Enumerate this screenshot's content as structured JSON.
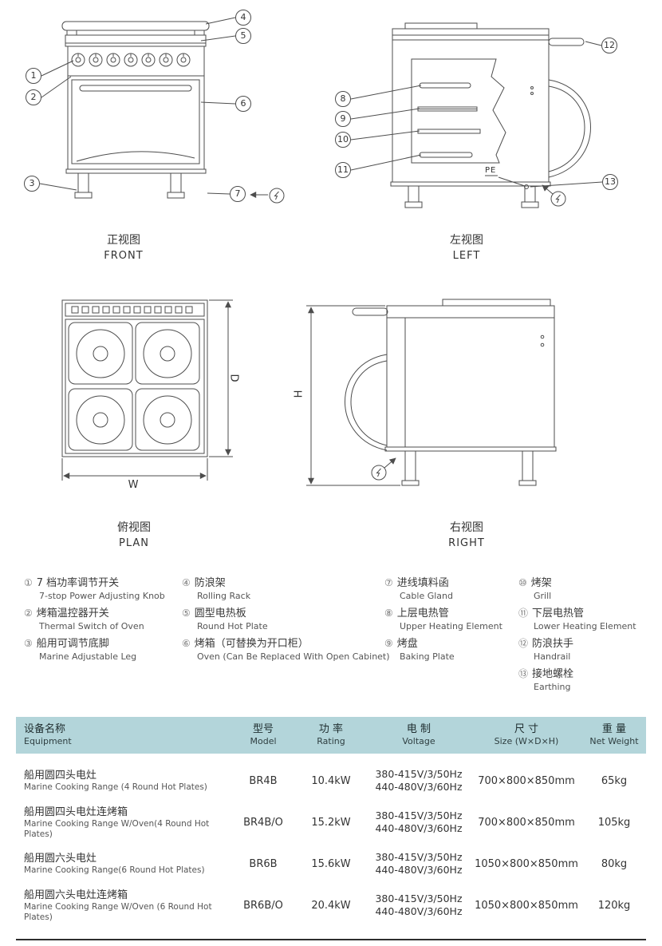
{
  "views": {
    "front": {
      "cn": "正视图",
      "en": "FRONT"
    },
    "left": {
      "cn": "左视图",
      "en": "LEFT"
    },
    "plan": {
      "cn": "俯视图",
      "en": "PLAN"
    },
    "right": {
      "cn": "右视图",
      "en": "RIGHT"
    }
  },
  "callouts": {
    "n1": "1",
    "n2": "2",
    "n3": "3",
    "n4": "4",
    "n5": "5",
    "n6": "6",
    "n7": "7",
    "n8": "8",
    "n9": "9",
    "n10": "10",
    "n11": "11",
    "n12": "12",
    "n13": "13"
  },
  "dims": {
    "w": "W",
    "d": "D",
    "h": "H",
    "pe": "PE"
  },
  "legend": [
    {
      "num": "①",
      "cn": "7 档功率调节开关",
      "en": "7-stop Power Adjusting Knob"
    },
    {
      "num": "②",
      "cn": "烤箱温控器开关",
      "en": "Thermal Switch of Oven"
    },
    {
      "num": "③",
      "cn": "船用可调节底脚",
      "en": "Marine Adjustable Leg"
    },
    {
      "num": "④",
      "cn": "防浪架",
      "en": "Rolling Rack"
    },
    {
      "num": "⑤",
      "cn": "圆型电热板",
      "en": "Round Hot Plate"
    },
    {
      "num": "⑥",
      "cn": "烤箱（可替换为开口柜）",
      "en": "Oven (Can Be Replaced With Open Cabinet)"
    },
    {
      "num": "⑦",
      "cn": "进线填料函",
      "en": "Cable Gland"
    },
    {
      "num": "⑧",
      "cn": "上层电热管",
      "en": "Upper Heating Element"
    },
    {
      "num": "⑨",
      "cn": "烤盘",
      "en": "Baking Plate"
    },
    {
      "num": "⑩",
      "cn": "烤架",
      "en": "Grill"
    },
    {
      "num": "⑪",
      "cn": "下层电热管",
      "en": "Lower Heating Element"
    },
    {
      "num": "⑫",
      "cn": "防浪扶手",
      "en": "Handrail"
    },
    {
      "num": "⑬",
      "cn": "接地螺栓",
      "en": "Earthing"
    }
  ],
  "colors": {
    "table_header_bg": "#b3d5da",
    "line": "#4d4d4d"
  },
  "table": {
    "headers": [
      {
        "cn": "设备名称",
        "en": "Equipment"
      },
      {
        "cn": "型号",
        "en": "Model"
      },
      {
        "cn": "功 率",
        "en": "Rating"
      },
      {
        "cn": "电 制",
        "en": "Voltage"
      },
      {
        "cn": "尺 寸",
        "en": "Size (W×D×H)"
      },
      {
        "cn": "重 量",
        "en": "Net Weight"
      }
    ],
    "rows": [
      {
        "name_cn": "船用圆四头电灶",
        "name_en": "Marine Cooking Range (4 Round Hot Plates)",
        "model": "BR4B",
        "rating": "10.4kW",
        "voltage1": "380-415V/3/50Hz",
        "voltage2": "440-480V/3/60Hz",
        "size": "700×800×850mm",
        "weight": "65kg"
      },
      {
        "name_cn": "船用圆四头电灶连烤箱",
        "name_en": "Marine Cooking Range W/Oven(4 Round Hot Plates)",
        "model": "BR4B/O",
        "rating": "15.2kW",
        "voltage1": "380-415V/3/50Hz",
        "voltage2": "440-480V/3/60Hz",
        "size": "700×800×850mm",
        "weight": "105kg"
      },
      {
        "name_cn": "船用圆六头电灶",
        "name_en": "Marine Cooking Range(6 Round Hot Plates)",
        "model": "BR6B",
        "rating": "15.6kW",
        "voltage1": "380-415V/3/50Hz",
        "voltage2": "440-480V/3/60Hz",
        "size": "1050×800×850mm",
        "weight": "80kg"
      },
      {
        "name_cn": "船用圆六头电灶连烤箱",
        "name_en": "Marine Cooking Range W/Oven (6 Round Hot Plates)",
        "model": "BR6B/O",
        "rating": "20.4kW",
        "voltage1": "380-415V/3/50Hz",
        "voltage2": "440-480V/3/60Hz",
        "size": "1050×800×850mm",
        "weight": "120kg"
      }
    ]
  }
}
